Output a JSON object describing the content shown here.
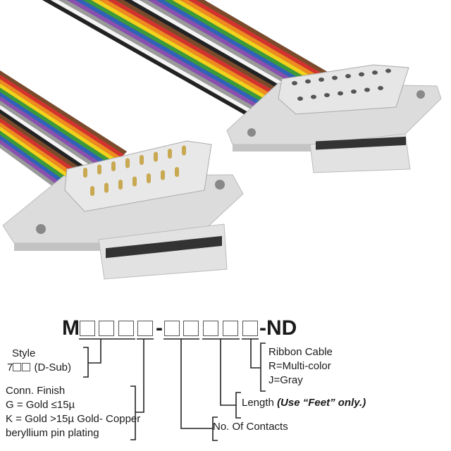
{
  "image": {
    "ribbon_colors": [
      "#7a4a2a",
      "#d4322c",
      "#f08a1e",
      "#f2d21a",
      "#3a9a3a",
      "#2f62b8",
      "#8a4fb0",
      "#9a9a9a",
      "#f4f4f4",
      "#222222"
    ],
    "connector_color": "#d8d8d8",
    "contact_color": "#c8a850"
  },
  "part_number": {
    "prefix": "M",
    "dash": "-",
    "suffix": "-ND"
  },
  "labels": {
    "style_title": "Style",
    "style_value_prefix": "7",
    "style_value_suffix": "(D-Sub)",
    "finish_title": "Conn. Finish",
    "finish_g": "G = Gold ≤15µ",
    "finish_k": "K = Gold >15µ Gold- Copper",
    "finish_k2": "beryllium pin plating",
    "contacts": "No. Of Contacts",
    "length": "Length",
    "length_note": "(Use “Feet” only.)",
    "ribbon_title": "Ribbon Cable",
    "ribbon_r": "R=Multi-color",
    "ribbon_j": "J=Gray"
  }
}
